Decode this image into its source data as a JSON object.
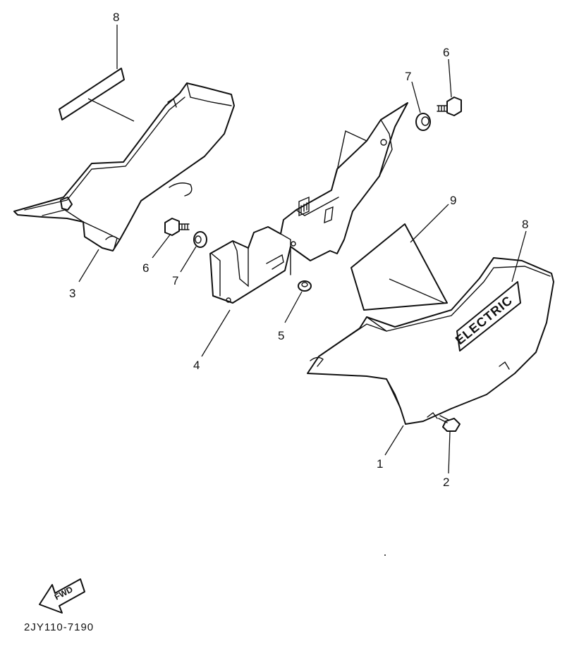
{
  "callouts": {
    "part_1": "1",
    "part_2": "2",
    "part_3": "3",
    "part_4": "4",
    "part_5": "5",
    "part_6_left": "6",
    "part_6_right": "6",
    "part_7_left": "7",
    "part_7_right": "7",
    "part_8_left": "8",
    "part_8_right": "8",
    "part_9": "9"
  },
  "emblem_text": "ELECTRIC",
  "fwd_arrow_text": "FWD",
  "diagram_code": "2JY110-7190"
}
